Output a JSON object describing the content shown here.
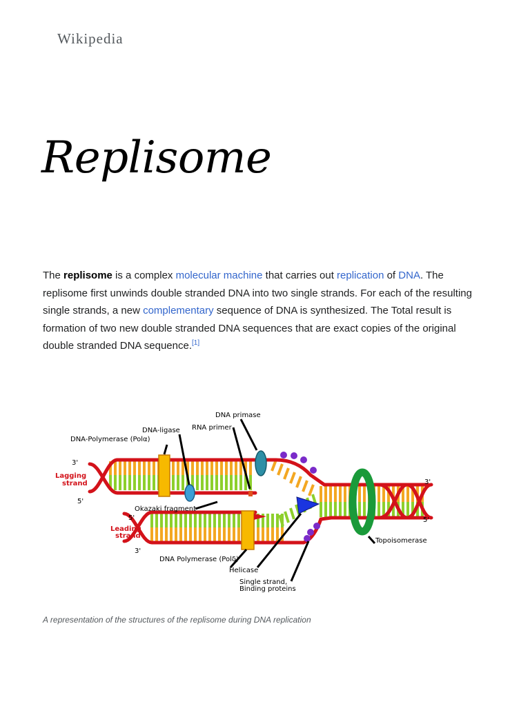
{
  "site": {
    "wordmark": "Wikipedia"
  },
  "article": {
    "title": "Replisome",
    "lead": {
      "t1": "The ",
      "bold": "replisome",
      "t2": " is a complex ",
      "link_molecular_machine": "molecular machine",
      "t3": " that carries out ",
      "link_replication": "replication",
      "t4": " of ",
      "link_dna": "DNA",
      "t5": ". The replisome first unwinds double stranded DNA into two single strands. For each of the resulting single strands, a new ",
      "link_complementary": "complementary",
      "t6": " sequence of DNA is synthesized. The Total result is formation of two new double stranded DNA sequences that are exact copies of the original double stranded DNA sequence.",
      "ref": "[1]"
    }
  },
  "figure": {
    "caption": "A representation of the structures of the replisome during DNA replication",
    "labels": {
      "dna_primase": "DNA primase",
      "dna_ligase": "DNA-ligase",
      "rna_primer": "RNA primer",
      "dna_pol_alpha": "DNA-Polymerase (Polα)",
      "lagging_strand_1": "Lagging",
      "lagging_strand_2": "strand",
      "leading_strand_1": "Leading",
      "leading_strand_2": "strand",
      "okazaki": "Okazaki fragment",
      "dna_pol_delta": "DNA Polymerase (Polδ)",
      "helicase": "Helicase",
      "ssb_1": "Single strand,",
      "ssb_2": "Binding proteins",
      "topoisomerase": "Topoisomerase",
      "three_prime_a": "3'",
      "five_prime_a": "5'",
      "five_prime_b": "5'",
      "three_prime_b": "3'",
      "three_prime_c": "3'",
      "five_prime_c": "5'"
    },
    "colors": {
      "backbone": "#d3121a",
      "base_a": "#f3a722",
      "base_b": "#8dcf2c",
      "polymerase": "#f7b900",
      "primase": "#2d8fa6",
      "topoisomerase": "#1a9a3a",
      "helicase": "#1a35e0",
      "ssb": "#7a2bc9"
    }
  }
}
